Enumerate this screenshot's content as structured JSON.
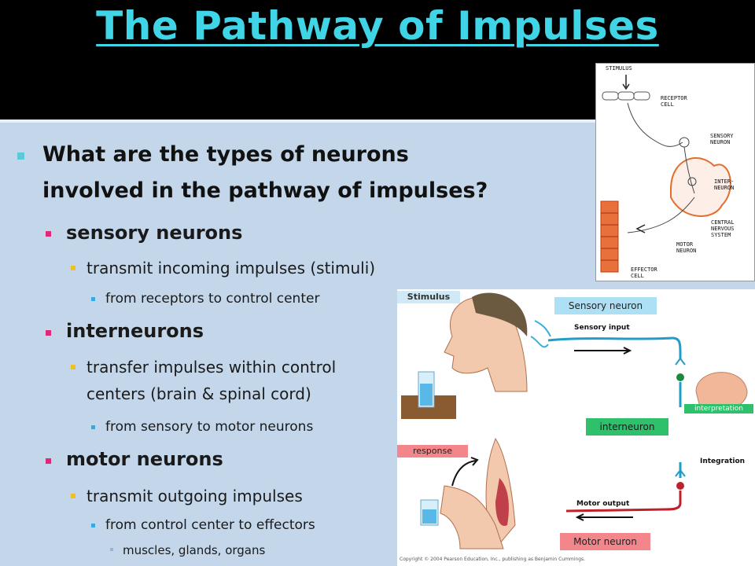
{
  "title": "The Pathway of Impulses",
  "question": [
    "What are the types of neurons",
    "involved in the pathway of impulses?"
  ],
  "bullets": {
    "sensory": "sensory neurons",
    "sensory_desc": "transmit incoming impulses (stimuli)",
    "sensory_sub": "from receptors to control center",
    "inter": "interneurons",
    "inter_desc": [
      "transfer impulses within control",
      "centers (brain & spinal cord)"
    ],
    "inter_sub": "from sensory to motor neurons",
    "motor": "motor neurons",
    "motor_desc": "transmit outgoing impulses",
    "motor_sub": "from control center to effectors",
    "motor_sub2": "muscles, glands, organs"
  },
  "diagram_top": {
    "stimulus": "STIMULUS",
    "receptor": [
      "RECEPTOR",
      "CELL"
    ],
    "sensory": [
      "SENSORY",
      "NEURON"
    ],
    "inter": [
      "INTER-",
      "NEURON"
    ],
    "cns": [
      "CENTRAL",
      "NERVOUS",
      "SYSTEM"
    ],
    "motor": [
      "MOTOR",
      "NEURON"
    ],
    "effector": [
      "EFFECTOR",
      "CELL"
    ]
  },
  "diagram_bottom": {
    "stimulus": "Stimulus",
    "sensory_neuron": "Sensory neuron",
    "sensory_input": "Sensory input",
    "interpretation": "interpretation",
    "interneuron": "interneuron",
    "integration": "Integration",
    "response": "response",
    "motor_output": "Motor output",
    "motor_neuron": "Motor neuron",
    "copyright": "Copyright © 2004 Pearson Education, Inc., publishing as Benjamin Cummings."
  },
  "colors": {
    "title": "#3fd4e6",
    "bullet1": "#5ec8d8",
    "bullet2": "#e0287a",
    "bullet3": "#f0c020",
    "bullet4": "#3aa8e0",
    "content_bg": "#c3d6ea"
  }
}
